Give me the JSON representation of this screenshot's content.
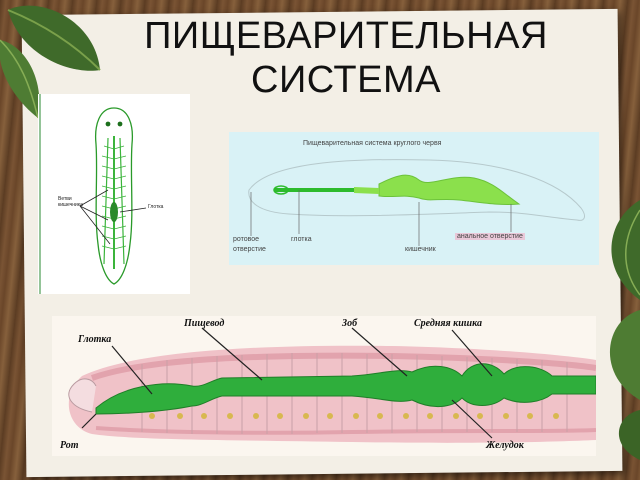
{
  "slide": {
    "title_line1": "ПИЩЕВАРИТЕЛЬНАЯ",
    "title_line2": "СИСТЕМА"
  },
  "planarian": {
    "label_branches": "Ветви кишечника",
    "label_pharynx": "Глотка"
  },
  "roundworm": {
    "caption": "Пищеварительная система круглого червя",
    "label_mouth_line1": "ротовое",
    "label_mouth_line2": "отверстие",
    "label_pharynx": "глотка",
    "label_intestine": "кишечник",
    "label_anus": "анальное отверстие"
  },
  "earthworm": {
    "label_esophagus": "Пищевод",
    "label_crop": "Зоб",
    "label_midgut": "Средняя кишка",
    "label_pharynx": "Глотка",
    "label_mouth": "Рот",
    "label_gizzard": "Желудок"
  },
  "colors": {
    "gut_green": "#2fae3c",
    "roundworm_green": "#8be04c",
    "body_pink": "#f0c2c8",
    "paper": "#f3efe6",
    "wood": "#6b4a2e"
  }
}
